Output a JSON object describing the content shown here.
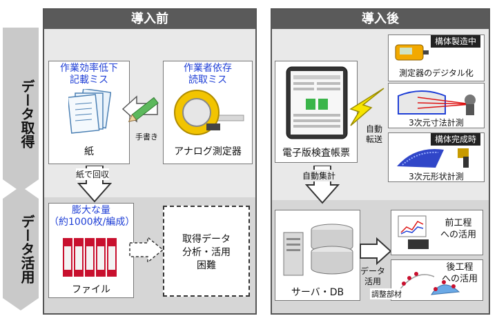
{
  "side": {
    "top_label": "データ取得",
    "bottom_label": "データ活用"
  },
  "before": {
    "title": "導入前",
    "paper_box": {
      "heading": "作業効率低下\n記載ミス",
      "label": "紙"
    },
    "analog_box": {
      "heading": "作業者依存\n読取ミス",
      "label": "アナログ測定器"
    },
    "handwrite_label": "手書き",
    "collect_label": "紙で回収",
    "file_box": {
      "heading": "膨大な量\n（約1000枚/編成）",
      "label": "ファイル"
    },
    "difficulty_text": "取得データ\n分析・活用\n困難"
  },
  "after": {
    "title": "導入後",
    "tablet_box": {
      "label": "電子版検査帳票"
    },
    "auto_transfer_label": "自動\n転送",
    "digital_box": {
      "label": "測定器のデジタル化"
    },
    "dim3_box": {
      "label": "3次元寸法計測",
      "tag": "構体製造中"
    },
    "shape3_box": {
      "label": "3次元形状計測",
      "tag": "構体完成時"
    },
    "auto_total_label": "自動集計",
    "server_box": {
      "label": "サーバ・DB"
    },
    "data_use_label": "データ\n活用",
    "prev_box": {
      "label": "前工程\nへの活用"
    },
    "next_box": {
      "label": "後工程\nへの活用",
      "sub_label": "調整部材"
    }
  },
  "colors": {
    "header": "#5a5a5a",
    "band": "#d6d6d6",
    "accent_blue": "#1f3fd6",
    "tag_bg": "#222222"
  }
}
